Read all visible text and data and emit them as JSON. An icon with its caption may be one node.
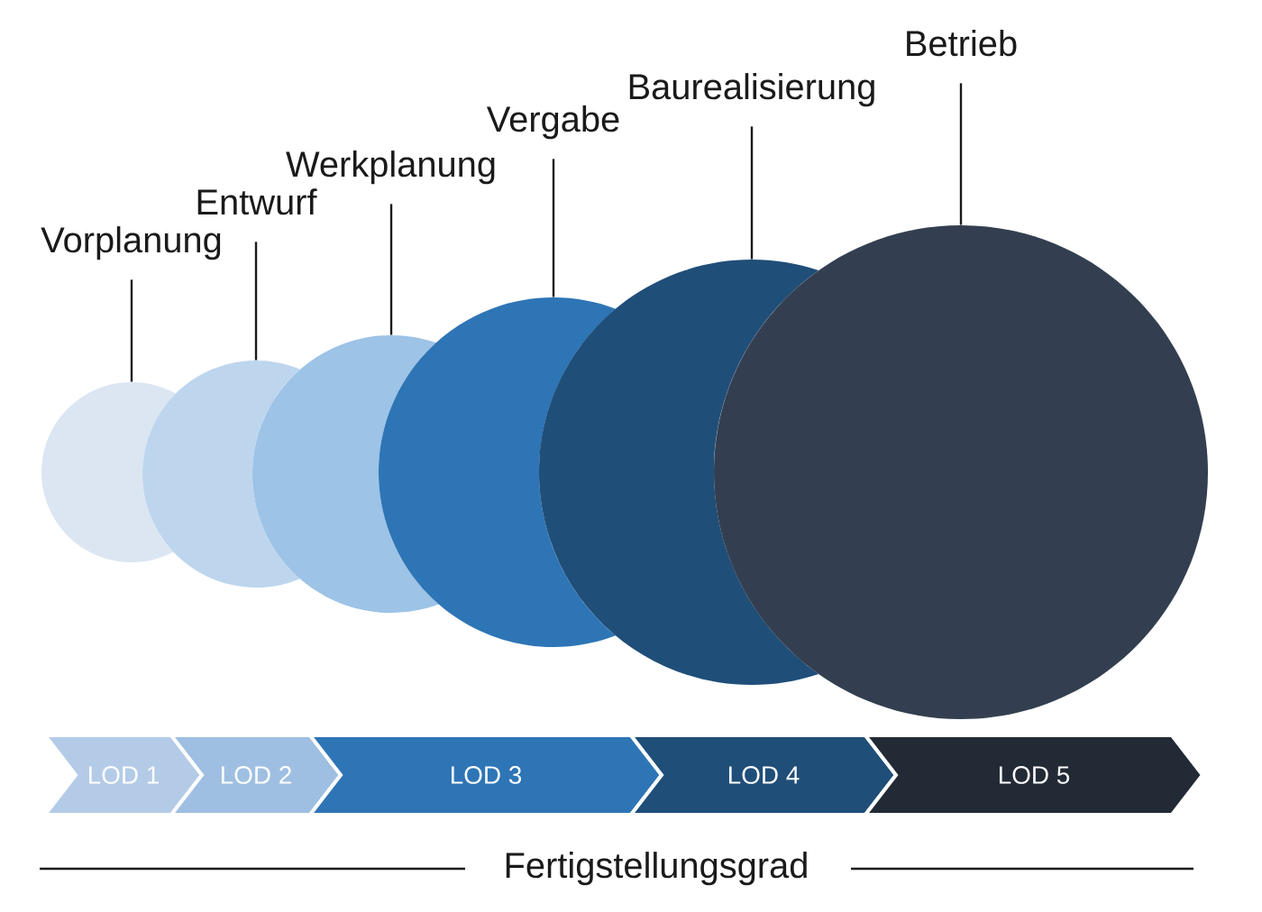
{
  "diagram": {
    "nodes": [
      {
        "text": [
          "Vorplanung"
        ]
      },
      {
        "text": [
          "Entwurf"
        ]
      },
      {
        "text": [
          "Werkplanung"
        ]
      },
      {
        "text": [
          "Vergabe"
        ]
      },
      {
        "text": [
          "Baurealisierung"
        ]
      },
      {
        "text": [
          "Betrieb"
        ]
      },
      {
        "text": [],
        "shape": "circle"
      },
      {
        "text": [],
        "shape": "circle"
      },
      {
        "text": [],
        "shape": "circle"
      },
      {
        "text": [],
        "shape": "circle"
      },
      {
        "text": [],
        "shape": "circle"
      },
      {
        "text": [],
        "shape": "circle"
      },
      {
        "text": [
          "LOD 1"
        ]
      },
      {
        "text": [
          "LOD 2"
        ]
      },
      {
        "text": [
          "LOD 3"
        ]
      },
      {
        "text": [
          "LOD 4"
        ]
      },
      {
        "text": [
          "LOD 5"
        ]
      }
    ],
    "edges": [
      {
        "from": 0,
        "to": 6,
        "arrow": "none"
      },
      {
        "from": 1,
        "to": 7,
        "arrow": "none"
      },
      {
        "from": 2,
        "to": 8,
        "arrow": "none"
      },
      {
        "from": 3,
        "to": 9,
        "arrow": "none"
      },
      {
        "from": 4,
        "to": 10,
        "arrow": "none"
      },
      {
        "from": 5,
        "to": 11,
        "arrow": "none"
      }
    ],
    "labels": [
      "Fertigstellungsgrad"
    ]
  }
}
